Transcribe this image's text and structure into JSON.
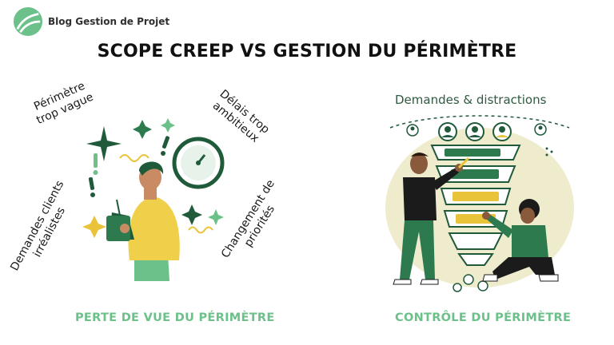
{
  "brand": {
    "name": "Blog Gestion de Projet",
    "accent": "#5fb681"
  },
  "title": "SCOPE CREEP VS GESTION DU PÉRIMÈTRE",
  "left": {
    "labels": [
      {
        "lines": [
          "Périmètre",
          "trop vague"
        ]
      },
      {
        "lines": [
          "Délais trop",
          "ambitieux"
        ]
      },
      {
        "lines": [
          "Demandes clients",
          "irréalistes"
        ]
      },
      {
        "lines": [
          "Changement de",
          "priorités"
        ]
      }
    ],
    "caption": "PERTE DE VUE DU PÉRIMÈTRE"
  },
  "right": {
    "heading": "Demandes & distractions",
    "caption": "CONTRÔLE DU PÉRIMÈTRE"
  },
  "colors": {
    "dark_green": "#1f5a3b",
    "mid_green": "#2e7a4f",
    "light_green": "#6cc08a",
    "yellow": "#e9c33a",
    "cream": "#efeccd",
    "skin": "#c98b63"
  }
}
